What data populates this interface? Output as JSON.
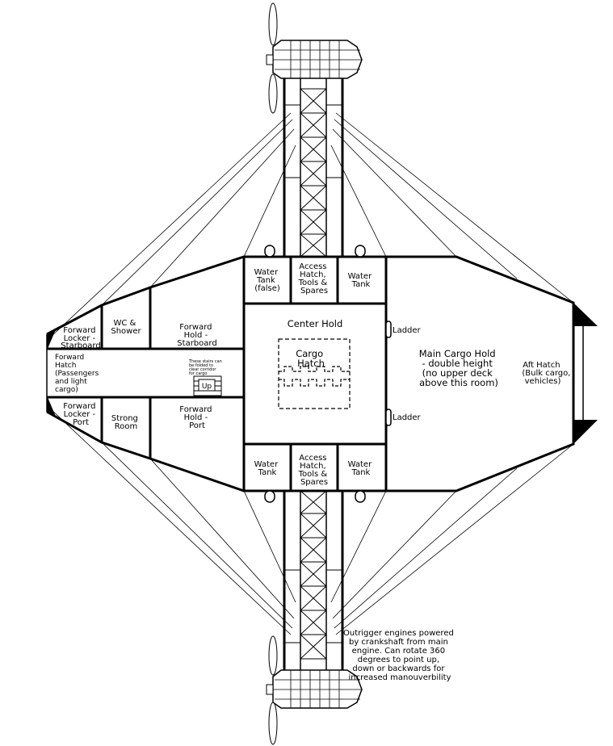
{
  "rooms": {
    "water_tank_false": [
      "Water",
      "Tank",
      "(false)"
    ],
    "access_hatch_top": [
      "Access",
      "Hatch,",
      "Tools &",
      "Spares"
    ],
    "water_tank_top_right": [
      "Water",
      "Tank"
    ],
    "wc_shower": [
      "WC &",
      "Shower"
    ],
    "forward_hold_starboard": [
      "Forward",
      "Hold -",
      "Starboard"
    ],
    "forward_locker_starboard": [
      "Forward",
      "Locker -",
      "Starboard"
    ],
    "forward_hatch": [
      "Forward",
      "Hatch",
      "(Passengers",
      "and light",
      "cargo)"
    ],
    "center_hold": [
      "Center Hold"
    ],
    "cargo_hatch": [
      "Cargo",
      "Hatch"
    ],
    "main_cargo_hold": [
      "Main Cargo Hold",
      "- double height",
      "(no upper deck",
      "above this room)"
    ],
    "aft_hatch": [
      "Aft Hatch",
      "(Bulk cargo,",
      "vehicles)"
    ],
    "forward_locker_port": [
      "Forward",
      "Locker -",
      "Port"
    ],
    "strong_room": [
      "Strong",
      "Room"
    ],
    "forward_hold_port": [
      "Forward",
      "Hold -",
      "Port"
    ],
    "water_tank_bottom_left": [
      "Water",
      "Tank"
    ],
    "access_hatch_bottom": [
      "Access",
      "Hatch,",
      "Tools &",
      "Spares"
    ],
    "water_tank_bottom_right": [
      "Water",
      "Tank"
    ]
  },
  "labels": {
    "ladder_top": "Ladder",
    "ladder_bottom": "Ladder",
    "stairs_up": "Up",
    "stairs_note": [
      "These stairs can",
      "be folded to",
      "clear corridor",
      "for cargo"
    ]
  },
  "notes": {
    "outrigger": [
      "Outrigger engines powered",
      "by crankshaft from main",
      "engine.  Can rotate 360",
      "degrees to point up,",
      "down or backwards for",
      "increased manouverbility"
    ]
  }
}
